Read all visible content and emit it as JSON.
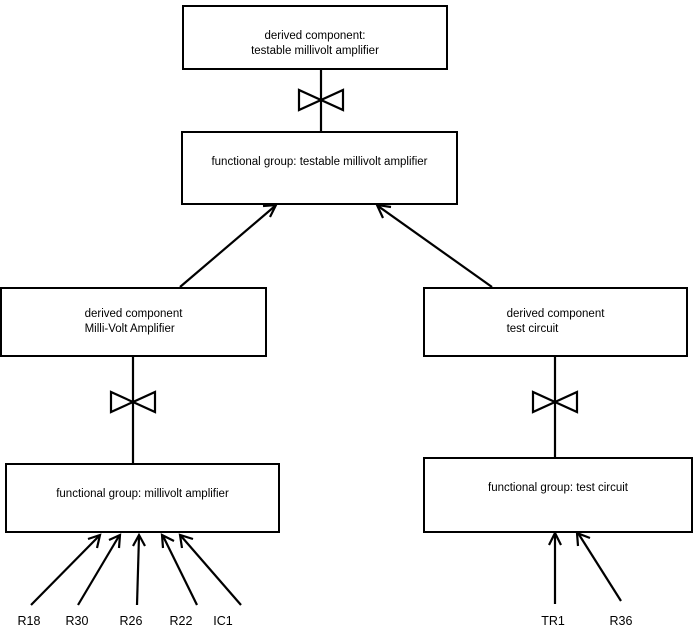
{
  "diagram": {
    "title": "derived component decomposition",
    "background": "#ffffff",
    "stroke": "#000000",
    "nodes": {
      "top_derived": {
        "label": "derived component:\n testable millivolt amplifier"
      },
      "top_functional": {
        "label": "functional group: testable millivolt amplifier"
      },
      "left_derived": {
        "label": "derived component\nMilli-Volt Amplifier"
      },
      "right_derived": {
        "label": "derived component\ntest circuit"
      },
      "left_functional": {
        "label": "functional group: millivolt amplifier"
      },
      "right_functional": {
        "label": "functional group: test circuit"
      }
    },
    "leaves": [
      {
        "name": "leaf-r18",
        "label": "R18"
      },
      {
        "name": "leaf-r30",
        "label": "R30"
      },
      {
        "name": "leaf-r26",
        "label": "R26"
      },
      {
        "name": "leaf-r22",
        "label": "R22"
      },
      {
        "name": "leaf-ic1",
        "label": "IC1"
      },
      {
        "name": "leaf-tr1",
        "label": "TR1"
      },
      {
        "name": "leaf-r36",
        "label": "R36"
      }
    ],
    "connectors": {
      "bowtie_count": 3,
      "arrow_count": 9,
      "arrow_style": "open"
    }
  }
}
